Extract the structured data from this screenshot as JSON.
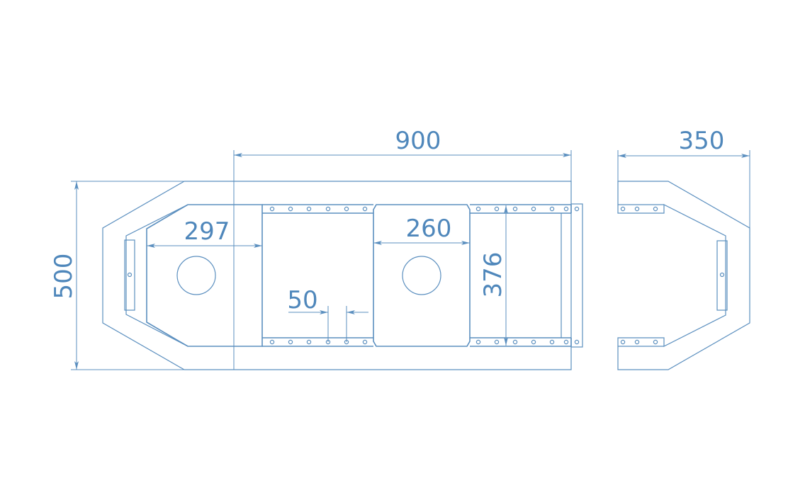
{
  "drawing": {
    "color": "#5b8fbf",
    "dimensions": {
      "overall_length": "900",
      "overall_width": "500",
      "extension_length": "350",
      "front_plate_width": "297",
      "rear_plate_width": "260",
      "inner_width": "376",
      "hole_spacing": "50"
    }
  }
}
